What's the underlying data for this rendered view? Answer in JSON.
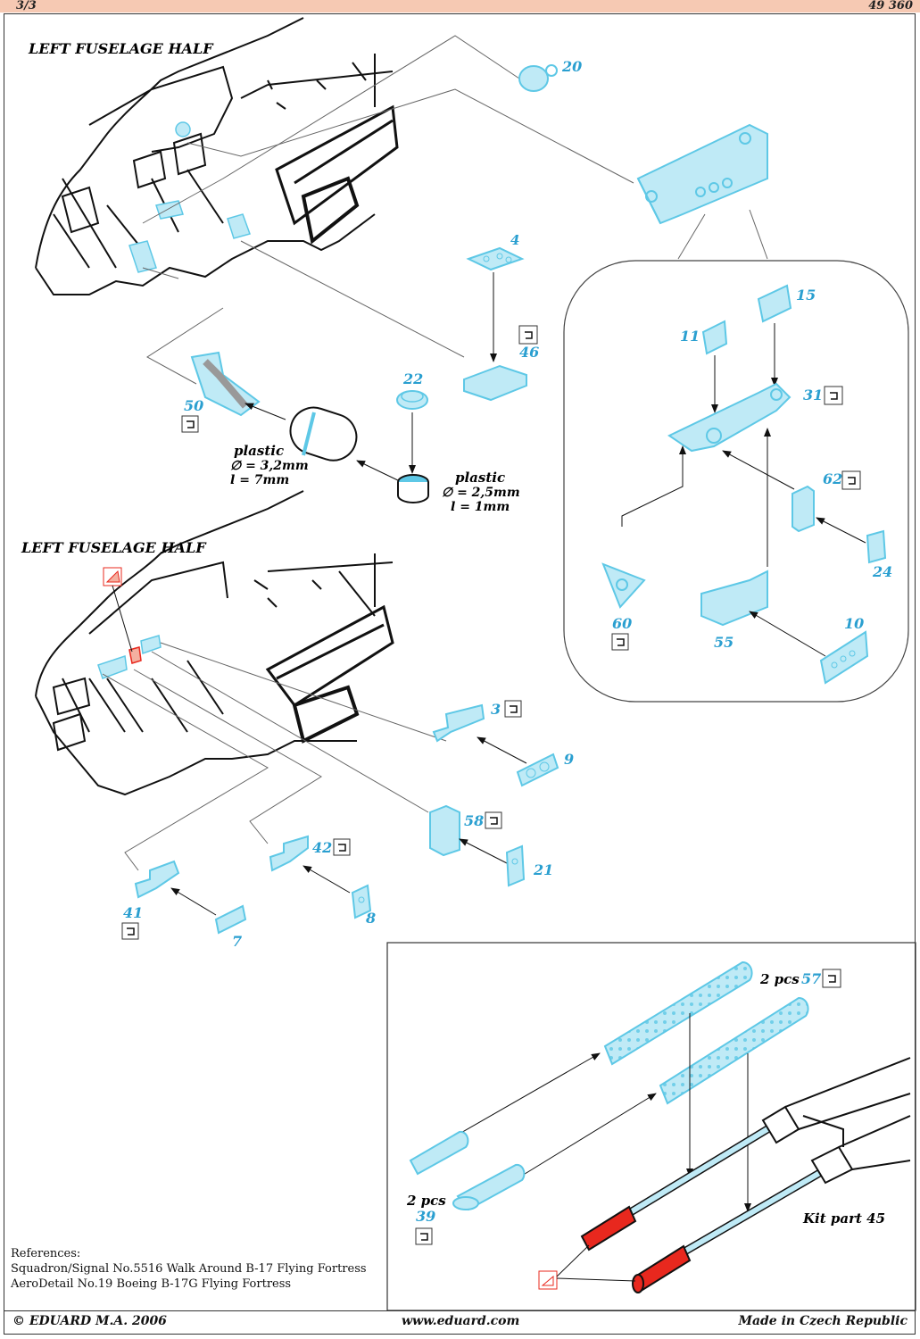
{
  "header": {
    "page": "3/3",
    "code": "49 360"
  },
  "titles": {
    "section1": "LEFT FUSELAGE HALF",
    "section2": "LEFT FUSELAGE HALF"
  },
  "parts": {
    "p20": "20",
    "p4": "4",
    "p46": "46",
    "p22": "22",
    "p50": "50",
    "p15": "15",
    "p11": "11",
    "p31": "31",
    "p62": "62",
    "p24": "24",
    "p60": "60",
    "p55": "55",
    "p10": "10",
    "p3": "3",
    "p9": "9",
    "p58": "58",
    "p21": "21",
    "p42": "42",
    "p8": "8",
    "p41": "41",
    "p7": "7",
    "p57": "57",
    "p39": "39"
  },
  "notes": {
    "plastic1": "plastic",
    "dia1": "∅ = 3,2mm",
    "len1": "l = 7mm",
    "plastic2": "plastic",
    "dia2": "∅ = 2,5mm",
    "len2": "l = 1mm",
    "pcs57": "2 pcs",
    "pcs39": "2 pcs",
    "kit_part": "Kit part 45"
  },
  "references": {
    "title": "References:",
    "ref1": "Squadron/Signal No.5516 Walk Around B-17 Flying Fortress",
    "ref2": "AeroDetail No.19 Boeing B-17G Flying Fortress"
  },
  "footer": {
    "copyright": "© EDUARD  M.A. 2006",
    "website": "www.eduard.com",
    "origin": "Made in Czech Republic"
  },
  "colors": {
    "part_blue": "#5ec8e6",
    "part_fill": "#bfeaf6",
    "header_bg": "#f6c9b3",
    "red_part": "#e8281e",
    "pink_part": "#f4b0a0"
  }
}
